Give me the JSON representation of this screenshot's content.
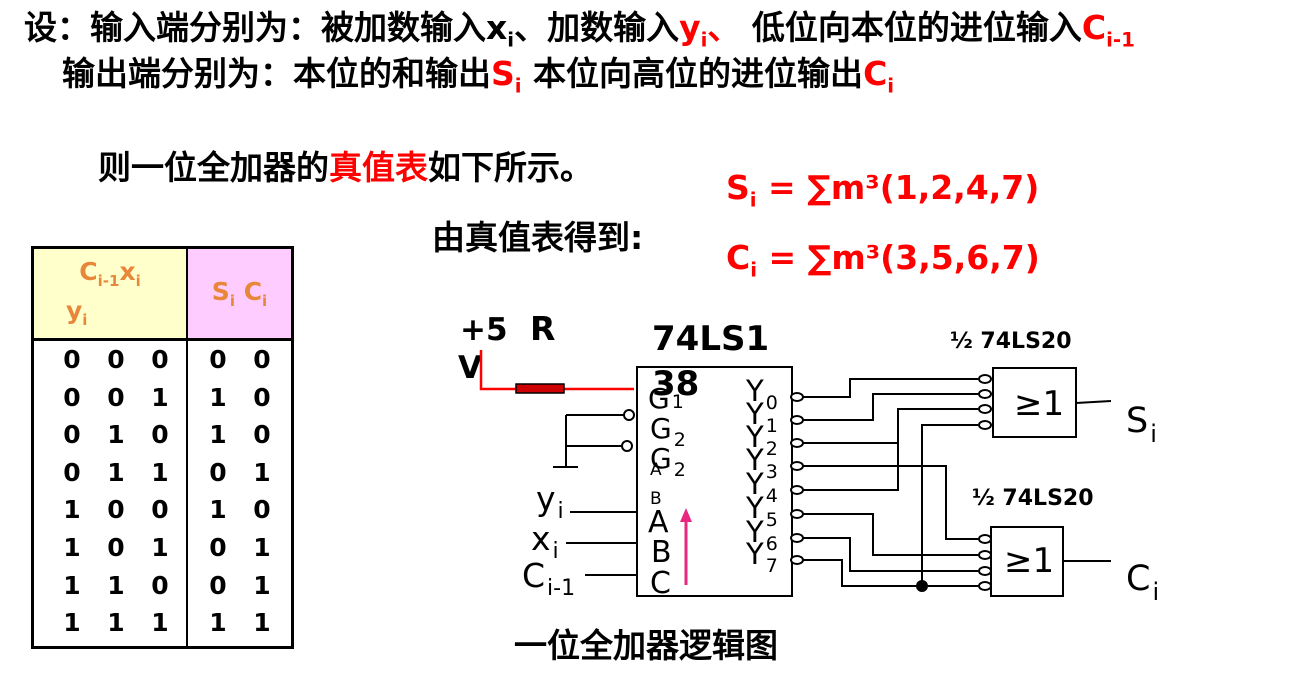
{
  "line1": {
    "pre": "设：输入端分别为：被加数输入",
    "x": "x",
    "xsub": "i",
    "mid1": "、加数输入",
    "y": "y",
    "ysub": "i",
    "sep": "、",
    "mid2": " 低位向本位的进位输入",
    "c": "C",
    "csub": "i-1"
  },
  "line2": {
    "pre": "输出端分别为：本位的和输出",
    "s": "S",
    "ssub": "i",
    "mid": " 本位向高位的进位输出",
    "c": "C",
    "csub": "i"
  },
  "line3": {
    "pre": "则一位全加器的",
    "hl": "真值表",
    "post": "如下所示。"
  },
  "derive_label": "由真值表得到:",
  "formula_s": {
    "sym": "S",
    "sub": "i",
    "expr": " = ∑m³(1,2,4,7)"
  },
  "formula_c": {
    "sym": "C",
    "sub": "i",
    "expr": " = ∑m³(3,5,6,7)"
  },
  "truth_table": {
    "header_in_1": "C",
    "header_in_1_sub": "i-1",
    "header_in_2": "x",
    "header_in_2_sub": "i",
    "header_in_3": "y",
    "header_in_3_sub": "i",
    "header_out_1": "S",
    "header_out_1_sub": "i",
    "header_out_2": "C",
    "header_out_2_sub": "i",
    "rows": [
      [
        "0",
        "0",
        "0",
        "0",
        "0"
      ],
      [
        "0",
        "0",
        "1",
        "1",
        "0"
      ],
      [
        "0",
        "1",
        "0",
        "1",
        "0"
      ],
      [
        "0",
        "1",
        "1",
        "0",
        "1"
      ],
      [
        "1",
        "0",
        "0",
        "1",
        "0"
      ],
      [
        "1",
        "0",
        "1",
        "0",
        "1"
      ],
      [
        "1",
        "1",
        "0",
        "0",
        "1"
      ],
      [
        "1",
        "1",
        "1",
        "1",
        "1"
      ]
    ]
  },
  "circuit": {
    "supply": "+5",
    "supply_unit": "V",
    "resistor": "R",
    "chip": "74LS138",
    "chip_line1": "74LS1",
    "chip_line2": "38",
    "pin_g1": "G",
    "pin_g1_sub": "1",
    "pin_g2a": "G",
    "pin_g2a_sub": "2",
    "pin_g2a_tag": "A",
    "pin_g2b": "G",
    "pin_g2b_sub": "2",
    "pin_g2b_tag": "B",
    "pin_a": "A",
    "pin_b": "B",
    "pin_c": "C",
    "in_y": "y",
    "in_y_sub": "i",
    "in_x": "x",
    "in_x_sub": "i",
    "in_c": "C",
    "in_c_sub": "i-1",
    "outputs": [
      {
        "sym": "Y",
        "sub": "0"
      },
      {
        "sym": "Y",
        "sub": "1"
      },
      {
        "sym": "Y",
        "sub": "2"
      },
      {
        "sym": "Y",
        "sub": "3"
      },
      {
        "sym": "Y",
        "sub": "4"
      },
      {
        "sym": "Y",
        "sub": "5"
      },
      {
        "sym": "Y",
        "sub": "6"
      },
      {
        "sym": "Y",
        "sub": "7"
      }
    ],
    "gate_label_1": "½ 74LS20",
    "gate_label_2": "½ 74LS20",
    "gate_sym": "≥1",
    "out_s": "S",
    "out_s_sub": "i",
    "out_c": "C",
    "out_c_sub": "i",
    "caption": "一位全加器逻辑图"
  },
  "colors": {
    "red": "#ff0000",
    "orange": "#e8873a",
    "pink_arrow": "#e8287e",
    "hdr_yellow": "#ffffcc",
    "hdr_pink": "#ffccff"
  }
}
